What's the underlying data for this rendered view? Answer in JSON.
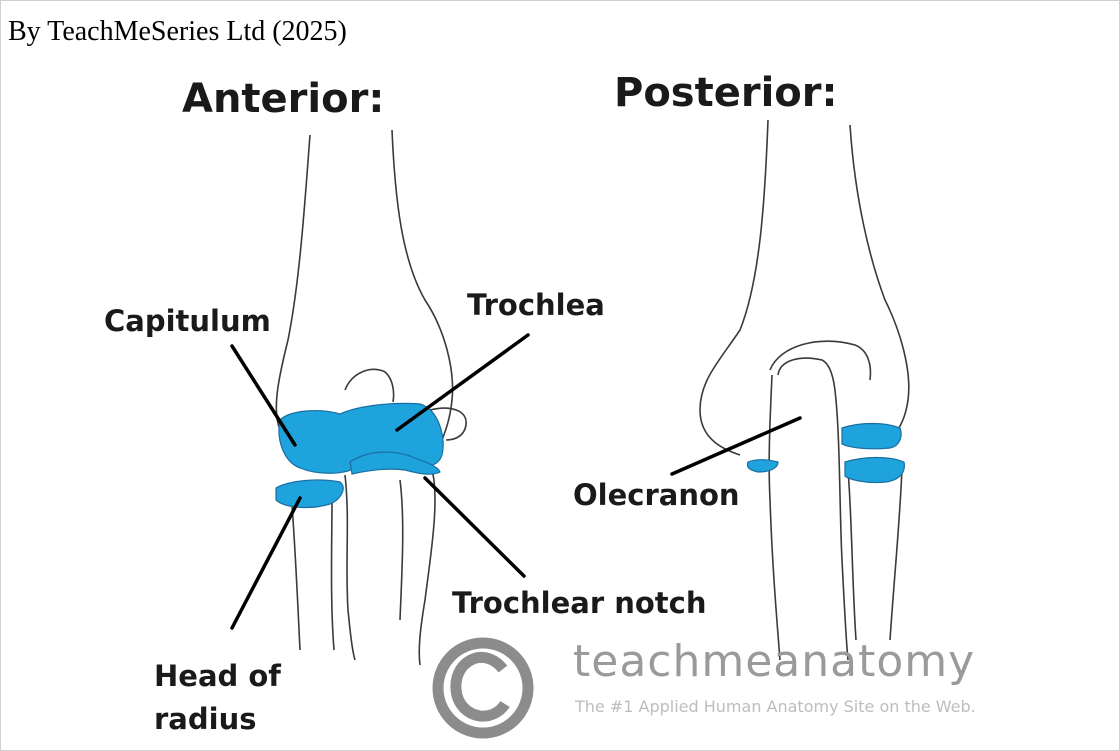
{
  "credit": "By TeachMeSeries Ltd (2025)",
  "views": {
    "anterior": "Anterior:",
    "posterior": "Posterior:"
  },
  "labels": {
    "capitulum": "Capitulum",
    "trochlea": "Trochlea",
    "trochlear_notch": "Trochlear notch",
    "head_of_radius_line1": "Head of",
    "head_of_radius_line2": "radius",
    "olecranon": "Olecranon"
  },
  "watermark": {
    "brand": "teachmeanatomy",
    "tagline": "The #1 Applied Human Anatomy Site on the Web.",
    "symbol": "©"
  },
  "colors": {
    "cartilage": "#1fa3dd",
    "outline": "#3a3a3a",
    "leader_line": "#000000",
    "watermark": "#9a9a9a"
  }
}
